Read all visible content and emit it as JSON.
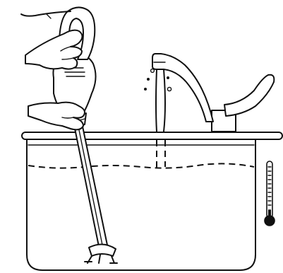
{
  "illustration": {
    "subject": "immersion-blender-in-sink",
    "thermometer": {
      "level": 0.15
    },
    "water_drops": 5
  }
}
